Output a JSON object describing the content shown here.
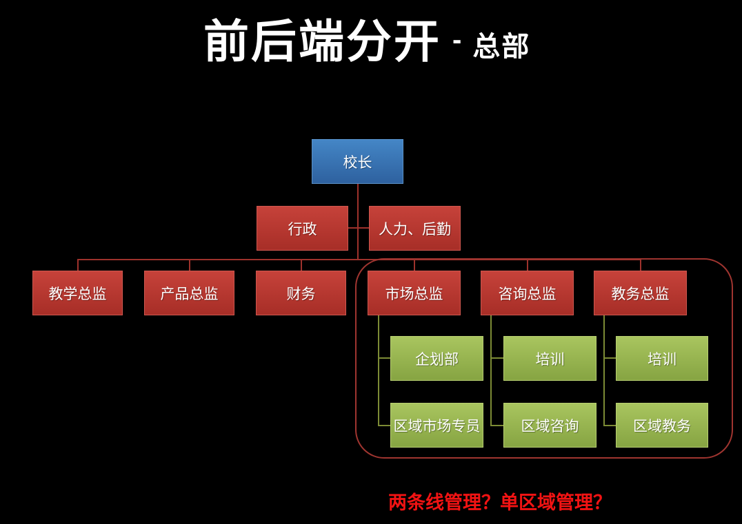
{
  "title": {
    "main": "前后端分开",
    "dash": "-",
    "sub": "总部"
  },
  "footnote": "两条线管理？单区域管理？",
  "colors": {
    "background": "#000000",
    "text_white": "#ffffff",
    "node_blue_top": "#4486c6",
    "node_blue_bottom": "#2e619f",
    "node_red_top": "#c6423a",
    "node_red_bottom": "#a72e27",
    "node_green_top": "#a9c55f",
    "node_green_bottom": "#86a442",
    "connector_red": "#9e322c",
    "connector_olive": "#7d8c35",
    "frame_red": "#a03530",
    "footnote_red": "#f21313"
  },
  "org": {
    "root": {
      "label": "校长"
    },
    "staff": [
      {
        "label": "行政"
      },
      {
        "label": "人力、后勤"
      }
    ],
    "directors": [
      {
        "label": "教学总监"
      },
      {
        "label": "产品总监"
      },
      {
        "label": "财务"
      },
      {
        "label": "市场总监"
      },
      {
        "label": "咨询总监"
      },
      {
        "label": "教务总监"
      }
    ],
    "groups": [
      {
        "children": [
          {
            "label": "企划部"
          },
          {
            "label": "区域市场专员"
          }
        ]
      },
      {
        "children": [
          {
            "label": "培训"
          },
          {
            "label": "区域咨询"
          }
        ]
      },
      {
        "children": [
          {
            "label": "培训"
          },
          {
            "label": "区域教务"
          }
        ]
      }
    ]
  }
}
